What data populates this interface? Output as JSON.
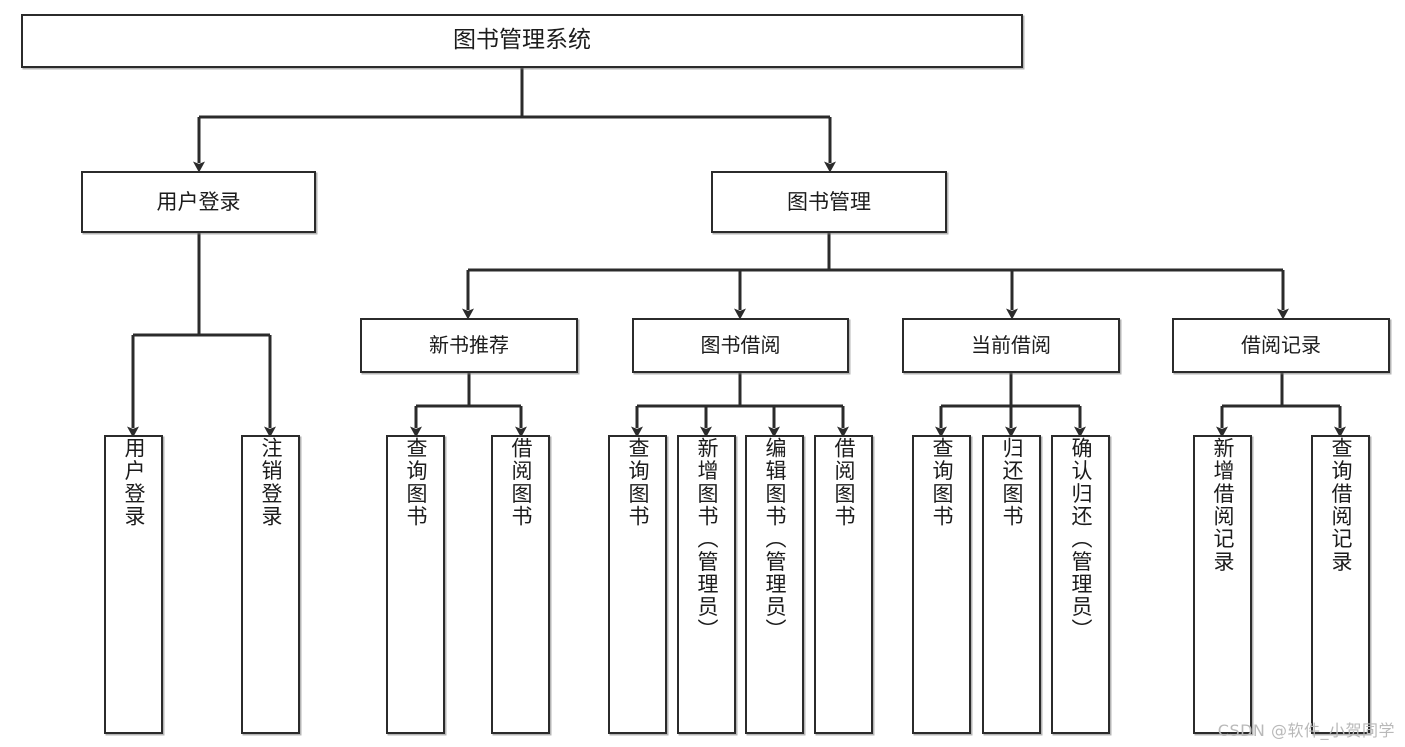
{
  "diagram": {
    "type": "tree-hierarchy-chart",
    "title": "图书管理系统",
    "watermark": "CSDN @软件_小贺同学",
    "colors": {
      "box_border": "#2b2b2b",
      "box_fill": "#ffffff",
      "connector": "#2b2b2b",
      "watermark": "#b9b9b9",
      "page_background": "#ffffff"
    },
    "nodes": {
      "root": {
        "label": "图书管理系统"
      },
      "level2": [
        {
          "id": "user-login",
          "label": "用户登录"
        },
        {
          "id": "book-management",
          "label": "图书管理"
        }
      ],
      "level3": [
        {
          "id": "new-book-recommend",
          "label": "新书推荐"
        },
        {
          "id": "book-borrow",
          "label": "图书借阅"
        },
        {
          "id": "current-borrow",
          "label": "当前借阅"
        },
        {
          "id": "borrow-record",
          "label": "借阅记录"
        }
      ],
      "leaves": {
        "user-login": [
          {
            "id": "leaf-user-login",
            "label": "用户登录"
          },
          {
            "id": "leaf-logout-login",
            "label": "注销登录"
          }
        ],
        "new-book-recommend": [
          {
            "id": "leaf-query-book-1",
            "label": "查询图书"
          },
          {
            "id": "leaf-borrow-book-1",
            "label": "借阅图书"
          }
        ],
        "book-borrow": [
          {
            "id": "leaf-query-book-2",
            "label": "查询图书"
          },
          {
            "id": "leaf-add-book",
            "label": "新增图书（管理员）"
          },
          {
            "id": "leaf-edit-book",
            "label": "编辑图书（管理员）"
          },
          {
            "id": "leaf-borrow-book-2",
            "label": "借阅图书"
          }
        ],
        "current-borrow": [
          {
            "id": "leaf-query-book-3",
            "label": "查询图书"
          },
          {
            "id": "leaf-return-book",
            "label": "归还图书"
          },
          {
            "id": "leaf-confirm-return",
            "label": "确认归还（管理员）"
          }
        ],
        "borrow-record": [
          {
            "id": "leaf-add-record",
            "label": "新增借阅记录"
          },
          {
            "id": "leaf-query-record",
            "label": "查询借阅记录"
          }
        ]
      }
    }
  }
}
